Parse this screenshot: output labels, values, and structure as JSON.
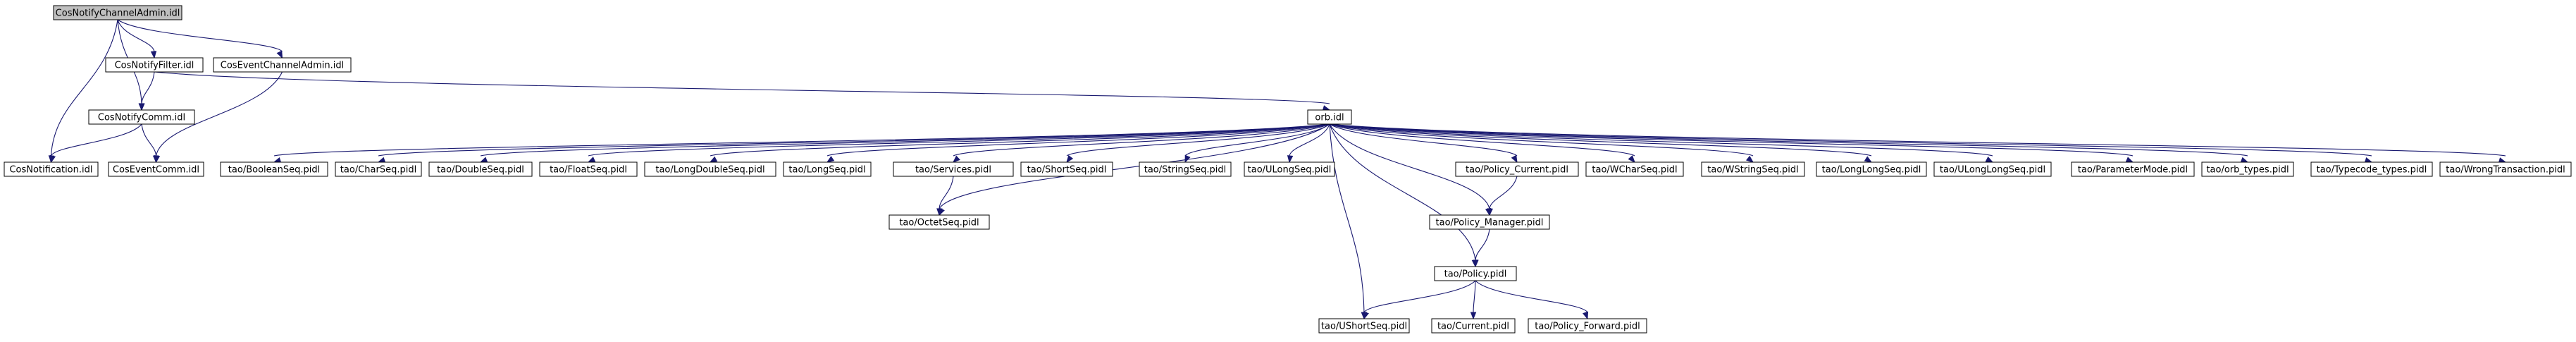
{
  "nodes": [
    {
      "id": "n0",
      "label": "CosNotifyChannelAdmin.idl"
    },
    {
      "id": "n1",
      "label": "CosNotifyFilter.idl"
    },
    {
      "id": "n2",
      "label": "CosEventChannelAdmin.idl"
    },
    {
      "id": "n3",
      "label": "CosNotifyComm.idl"
    },
    {
      "id": "n4",
      "label": "CosNotification.idl"
    },
    {
      "id": "n5",
      "label": "CosEventComm.idl"
    },
    {
      "id": "n6",
      "label": "orb.idl"
    },
    {
      "id": "n7",
      "label": "tao/BooleanSeq.pidl"
    },
    {
      "id": "n8",
      "label": "tao/CharSeq.pidl"
    },
    {
      "id": "n9",
      "label": "tao/DoubleSeq.pidl"
    },
    {
      "id": "n10",
      "label": "tao/FloatSeq.pidl"
    },
    {
      "id": "n11",
      "label": "tao/LongDoubleSeq.pidl"
    },
    {
      "id": "n12",
      "label": "tao/LongSeq.pidl"
    },
    {
      "id": "n13",
      "label": "tao/Services.pidl"
    },
    {
      "id": "n14",
      "label": "tao/ShortSeq.pidl"
    },
    {
      "id": "n15",
      "label": "tao/StringSeq.pidl"
    },
    {
      "id": "n16",
      "label": "tao/ULongSeq.pidl"
    },
    {
      "id": "n17",
      "label": "tao/Policy_Current.pidl"
    },
    {
      "id": "n18",
      "label": "tao/WCharSeq.pidl"
    },
    {
      "id": "n19",
      "label": "tao/WStringSeq.pidl"
    },
    {
      "id": "n20",
      "label": "tao/LongLongSeq.pidl"
    },
    {
      "id": "n21",
      "label": "tao/ULongLongSeq.pidl"
    },
    {
      "id": "n22",
      "label": "tao/ParameterMode.pidl"
    },
    {
      "id": "n23",
      "label": "tao/orb_types.pidl"
    },
    {
      "id": "n24",
      "label": "tao/Typecode_types.pidl"
    },
    {
      "id": "n25",
      "label": "tao/WrongTransaction.pidl"
    },
    {
      "id": "n26",
      "label": "tao/OctetSeq.pidl"
    },
    {
      "id": "n27",
      "label": "tao/Policy_Manager.pidl"
    },
    {
      "id": "n28",
      "label": "tao/Policy.pidl"
    },
    {
      "id": "n29",
      "label": "tao/UShortSeq.pidl"
    },
    {
      "id": "n30",
      "label": "tao/Current.pidl"
    },
    {
      "id": "n31",
      "label": "tao/Policy_Forward.pidl"
    }
  ],
  "edges": [
    [
      "n0",
      "n1"
    ],
    [
      "n0",
      "n2"
    ],
    [
      "n0",
      "n3"
    ],
    [
      "n0",
      "n4"
    ],
    [
      "n1",
      "n3"
    ],
    [
      "n1",
      "n6"
    ],
    [
      "n2",
      "n5"
    ],
    [
      "n3",
      "n4"
    ],
    [
      "n3",
      "n5"
    ],
    [
      "n6",
      "n7"
    ],
    [
      "n6",
      "n8"
    ],
    [
      "n6",
      "n9"
    ],
    [
      "n6",
      "n10"
    ],
    [
      "n6",
      "n11"
    ],
    [
      "n6",
      "n12"
    ],
    [
      "n6",
      "n13"
    ],
    [
      "n6",
      "n14"
    ],
    [
      "n6",
      "n15"
    ],
    [
      "n6",
      "n16"
    ],
    [
      "n6",
      "n17"
    ],
    [
      "n6",
      "n18"
    ],
    [
      "n6",
      "n19"
    ],
    [
      "n6",
      "n20"
    ],
    [
      "n6",
      "n21"
    ],
    [
      "n6",
      "n22"
    ],
    [
      "n6",
      "n23"
    ],
    [
      "n6",
      "n24"
    ],
    [
      "n6",
      "n25"
    ],
    [
      "n6",
      "n26"
    ],
    [
      "n6",
      "n27"
    ],
    [
      "n6",
      "n28"
    ],
    [
      "n6",
      "n29"
    ],
    [
      "n13",
      "n26"
    ],
    [
      "n17",
      "n27"
    ],
    [
      "n27",
      "n28"
    ],
    [
      "n28",
      "n29"
    ],
    [
      "n28",
      "n30"
    ],
    [
      "n28",
      "n31"
    ]
  ],
  "colors": {
    "edge": "#191970",
    "root_fill": "#bfbfbf",
    "node_fill": "#ffffff",
    "border": "#000000"
  }
}
